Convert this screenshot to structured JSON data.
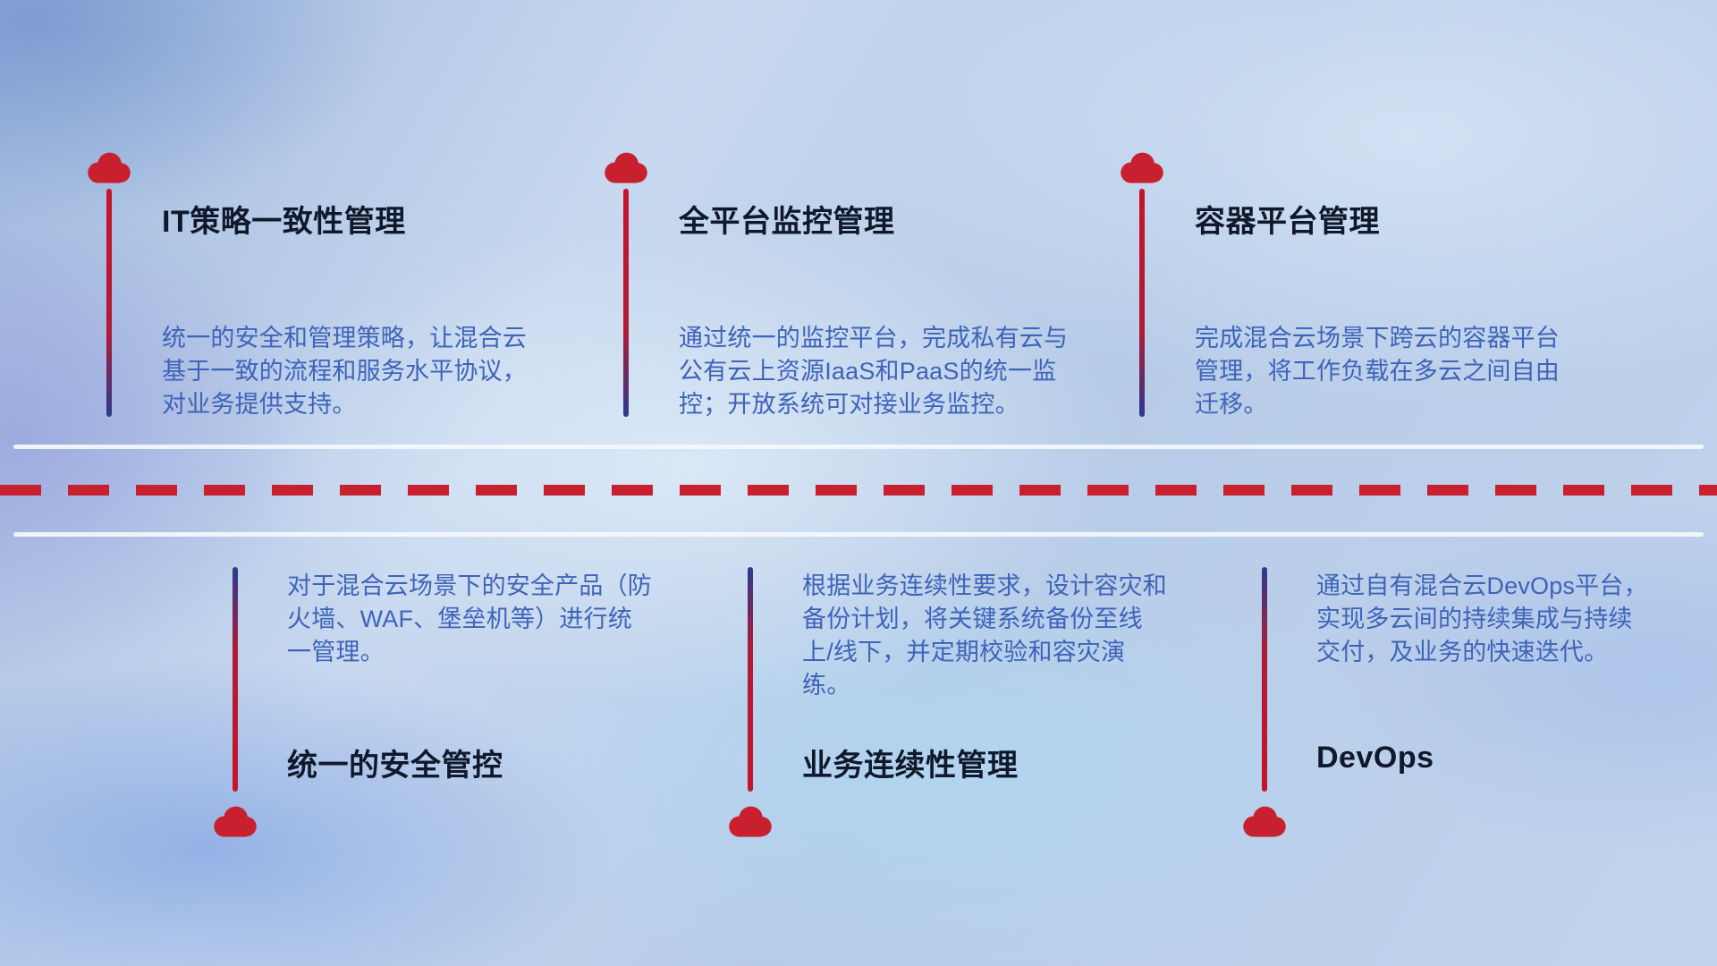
{
  "top_items": [
    {
      "title": "IT策略一致性管理",
      "desc": "统一的安全和管理策略，让混合云基于一致的流程和服务水平协议，对业务提供支持。"
    },
    {
      "title": "全平台监控管理",
      "desc": "通过统一的监控平台，完成私有云与公有云上资源IaaS和PaaS的统一监控；开放系统可对接业务监控。"
    },
    {
      "title": "容器平台管理",
      "desc": "完成混合云场景下跨云的容器平台管理，将工作负载在多云之间自由迁移。"
    }
  ],
  "bottom_items": [
    {
      "title": "统一的安全管控",
      "desc": "对于混合云场景下的安全产品（防火墙、WAF、堡垒机等）进行统一管理。"
    },
    {
      "title": "业务连续性管理",
      "desc": "根据业务连续性要求，设计容灾和备份计划，将关键系统备份至线上/线下，并定期校验和容灾演练。"
    },
    {
      "title": "DevOps",
      "desc": "通过自有混合云DevOps平台，实现多云间的持续集成与持续交付，及业务的快速迭代。"
    }
  ],
  "icons": {
    "cloud": "cloud-icon"
  },
  "colors": {
    "cloud_red": "#c8202f",
    "stem_red": "#c5152a",
    "stem_blue": "#2c3a8e",
    "title_text": "#10182b",
    "desc_text": "#3f63b8",
    "dash_red": "#c8202f",
    "axis_line": "#f4f8fd"
  }
}
